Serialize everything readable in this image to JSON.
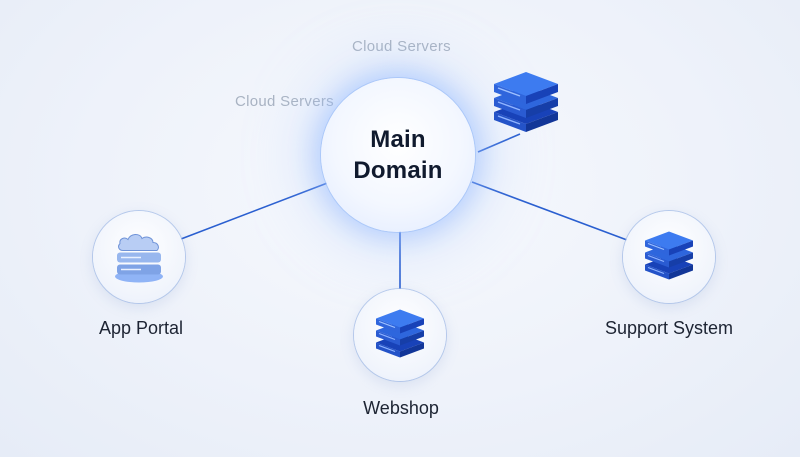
{
  "captions": [
    "Cloud Servers",
    "Cloud Servers"
  ],
  "hub": {
    "line1": "Main",
    "line2": "Domain"
  },
  "nodes": {
    "app": {
      "label": "App Portal",
      "icon": "cloud-stack-icon"
    },
    "shop": {
      "label": "Webshop",
      "icon": "server-stack-icon"
    },
    "support": {
      "label": "Support System",
      "icon": "server-stack-icon"
    },
    "floating": {
      "icon": "server-stack-icon"
    }
  },
  "colors": {
    "link": "#2a5fd0",
    "server_light": "#3d7bf0",
    "server_dark": "#1842b8",
    "cloud_light": "#b8cdf4",
    "cloud_dark": "#6f93d8"
  }
}
